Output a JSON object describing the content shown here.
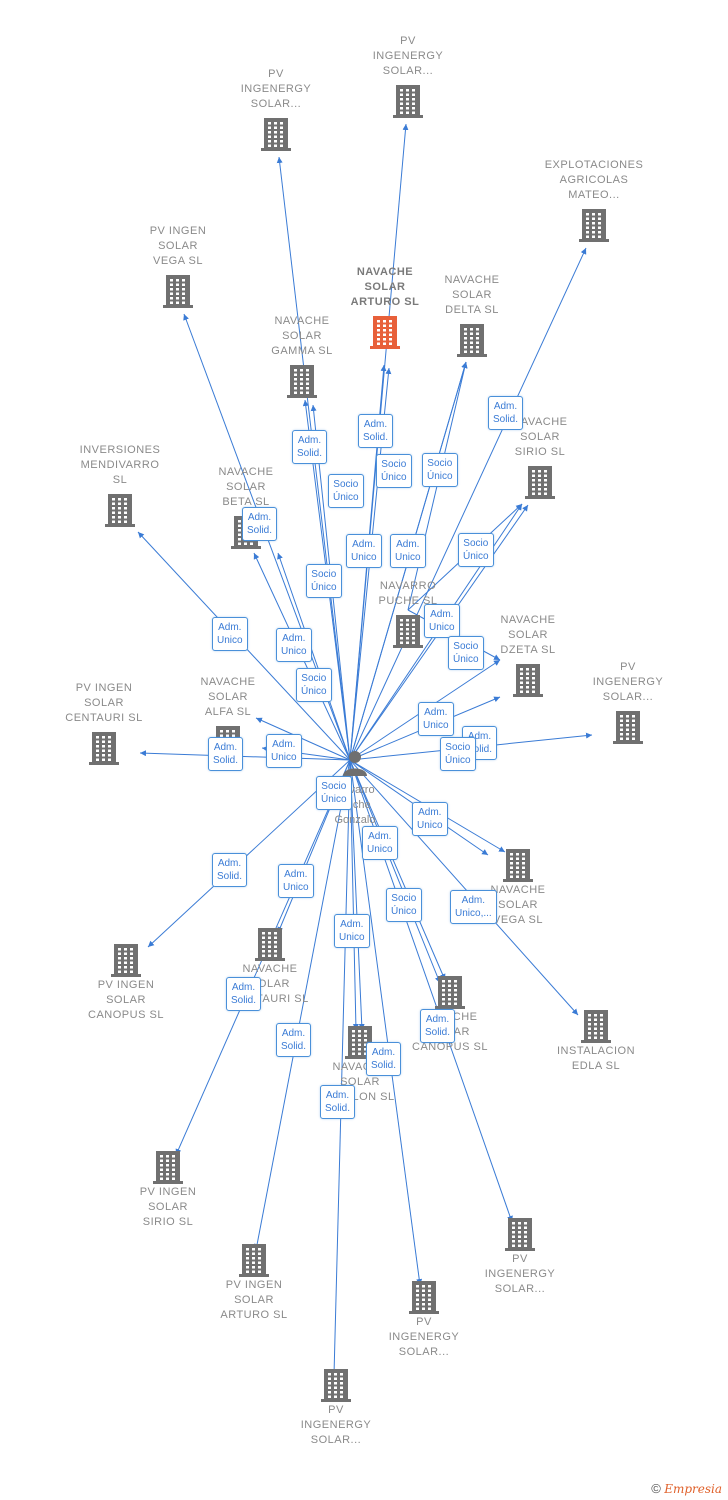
{
  "person": {
    "name_lines": [
      "Navarro",
      "Puche",
      "Gonzalo"
    ]
  },
  "companies": [
    {
      "id": "arturo_focus",
      "lines": [
        "NAVACHE",
        "SOLAR",
        "ARTURO  SL"
      ],
      "focus": true
    },
    {
      "id": "pv_ingenergy_1",
      "lines": [
        "PV",
        "INGENERGY",
        "SOLAR..."
      ]
    },
    {
      "id": "pv_ingenergy_2",
      "lines": [
        "PV",
        "INGENERGY",
        "SOLAR..."
      ]
    },
    {
      "id": "explotaciones",
      "lines": [
        "EXPLOTACIONES",
        "AGRICOLAS",
        "MATEO..."
      ]
    },
    {
      "id": "pv_ingen_vega",
      "lines": [
        "PV INGEN",
        "SOLAR",
        "VEGA  SL"
      ]
    },
    {
      "id": "navache_delta",
      "lines": [
        "NAVACHE",
        "SOLAR",
        "DELTA  SL"
      ]
    },
    {
      "id": "navache_gamma",
      "lines": [
        "NAVACHE",
        "SOLAR",
        "GAMMA  SL"
      ]
    },
    {
      "id": "navache_sirio",
      "lines": [
        "NAVACHE",
        "SOLAR",
        "SIRIO  SL"
      ]
    },
    {
      "id": "inversiones",
      "lines": [
        "INVERSIONES",
        "MENDIVARRO",
        "SL"
      ]
    },
    {
      "id": "navache_beta",
      "lines": [
        "NAVACHE",
        "SOLAR",
        "BETA  SL"
      ]
    },
    {
      "id": "navarro_puche",
      "lines": [
        "NAVARRO",
        "PUCHE  SL"
      ]
    },
    {
      "id": "navache_dzeta",
      "lines": [
        "NAVACHE",
        "SOLAR",
        "DZETA  SL"
      ]
    },
    {
      "id": "pv_ingenergy_3",
      "lines": [
        "PV",
        "INGENERGY",
        "SOLAR..."
      ]
    },
    {
      "id": "pv_ingen_centauri",
      "lines": [
        "PV INGEN",
        "SOLAR",
        "CENTAURI  SL"
      ]
    },
    {
      "id": "navache_alfa",
      "lines": [
        "NAVACHE",
        "SOLAR",
        "ALFA  SL"
      ]
    },
    {
      "id": "navache_vega",
      "lines": [
        "NAVACHE",
        "SOLAR",
        "VEGA  SL"
      ]
    },
    {
      "id": "pv_ingen_canopus",
      "lines": [
        "PV INGEN",
        "SOLAR",
        "CANOPUS  SL"
      ]
    },
    {
      "id": "navache_centauri",
      "lines": [
        "NAVACHE",
        "SOLAR",
        "CENTAURI  SL"
      ]
    },
    {
      "id": "navache_canopus",
      "lines": [
        "NAVACHE",
        "SOLAR",
        "CANOPUS  SL"
      ]
    },
    {
      "id": "instalacion_edla",
      "lines": [
        "INSTALACION",
        "EDLA  SL"
      ]
    },
    {
      "id": "navache_epsilon",
      "lines": [
        "NAVACHE",
        "SOLAR",
        "EPSILON  SL"
      ]
    },
    {
      "id": "pv_ingen_sirio",
      "lines": [
        "PV INGEN",
        "SOLAR",
        "SIRIO  SL"
      ]
    },
    {
      "id": "pv_ingenergy_4",
      "lines": [
        "PV",
        "INGENERGY",
        "SOLAR..."
      ]
    },
    {
      "id": "pv_ingen_arturo",
      "lines": [
        "PV INGEN",
        "SOLAR",
        "ARTURO  SL"
      ]
    },
    {
      "id": "pv_ingenergy_5",
      "lines": [
        "PV",
        "INGENERGY",
        "SOLAR..."
      ]
    },
    {
      "id": "pv_ingenergy_6",
      "lines": [
        "PV",
        "INGENERGY",
        "SOLAR..."
      ]
    }
  ],
  "badges": [
    {
      "text": "Adm.\nSolid."
    },
    {
      "text": "Adm.\nSolid."
    },
    {
      "text": "Adm.\nSolid."
    },
    {
      "text": "Socio\nÚnico"
    },
    {
      "text": "Socio\nÚnico"
    },
    {
      "text": "Socio\nÚnico"
    },
    {
      "text": "Adm.\nSolid."
    },
    {
      "text": "Adm.\nUnico"
    },
    {
      "text": "Adm.\nUnico"
    },
    {
      "text": "Socio\nÚnico"
    },
    {
      "text": "Adm.\nUnico"
    },
    {
      "text": "Socio\nÚnico"
    },
    {
      "text": "Adm.\nUnico"
    },
    {
      "text": "Adm.\nUnico"
    },
    {
      "text": "Socio\nÚnico"
    },
    {
      "text": "Socio\nÚnico"
    },
    {
      "text": "Adm.\nUnico"
    },
    {
      "text": "Adm.\nSolid."
    },
    {
      "text": "Adm.\nUnico"
    },
    {
      "text": "Socio\nÚnico"
    },
    {
      "text": "Socio\nÚnico"
    },
    {
      "text": "Adm.\nUnico"
    },
    {
      "text": "Adm.\nSolid."
    },
    {
      "text": "Adm.\nUnico"
    },
    {
      "text": "Socio\nÚnico"
    },
    {
      "text": "Adm.\nUnico"
    },
    {
      "text": "Adm.\nUnico,..."
    },
    {
      "text": "Adm.\nUnico"
    },
    {
      "text": "Adm.\nSolid."
    },
    {
      "text": "Adm.\nSolid."
    },
    {
      "text": "Adm.\nSolid."
    },
    {
      "text": "Adm.\nSolid."
    },
    {
      "text": "Adm.\nSolid."
    },
    {
      "text": "Adm.\nSolid."
    }
  ],
  "colors": {
    "edge": "#3a7bd5",
    "building": "#707070",
    "focus_building": "#e8603a"
  },
  "footer": {
    "copyright": "©",
    "brand": "Empresia"
  }
}
